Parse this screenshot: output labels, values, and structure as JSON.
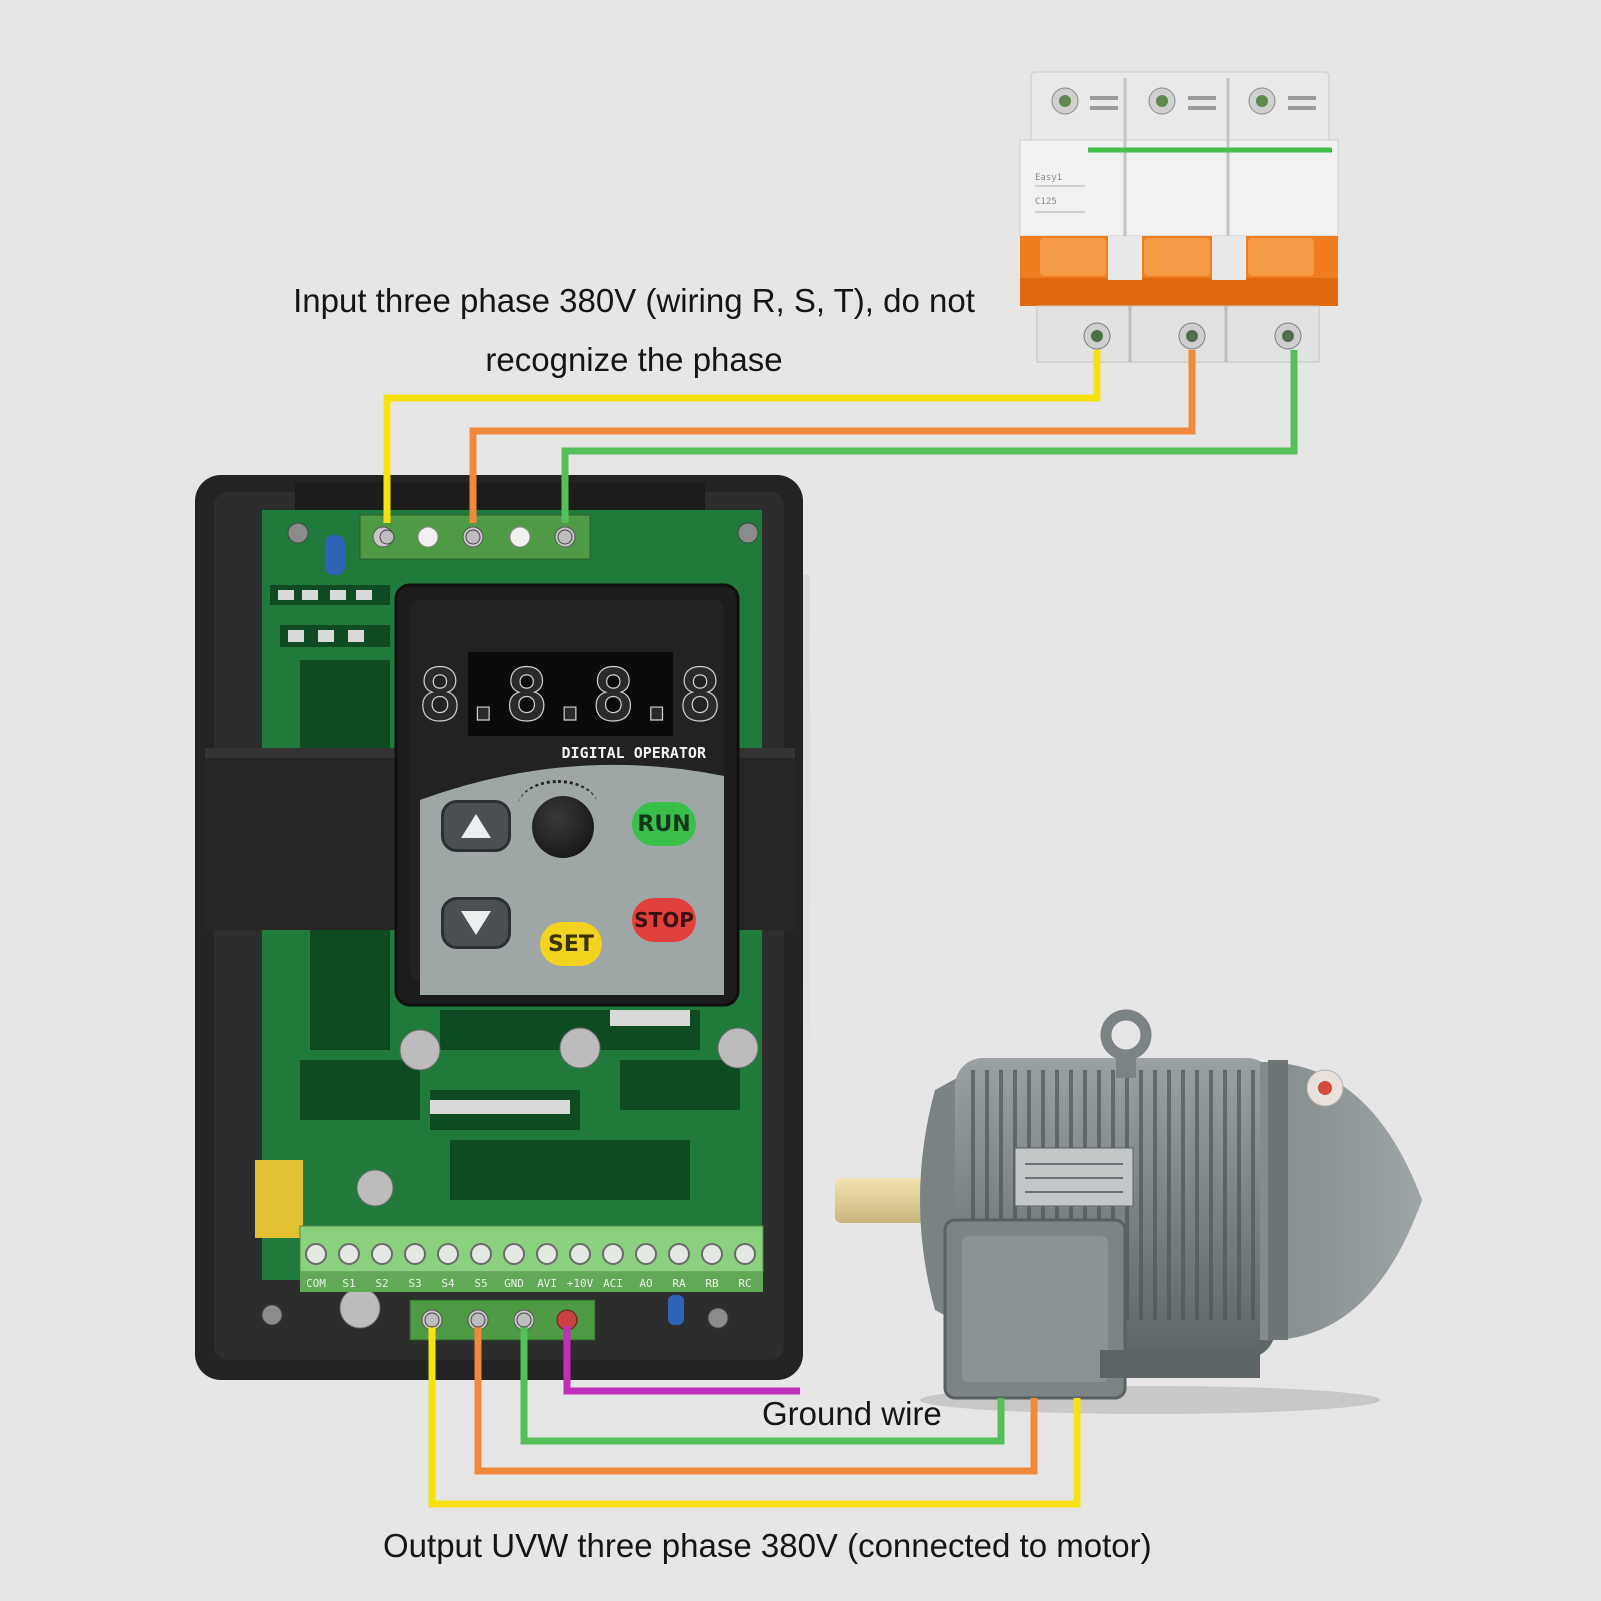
{
  "labels": {
    "input_line1": "Input three phase 380V (wiring R, S, T), do not",
    "input_line2": "recognize the phase",
    "ground": "Ground wire",
    "output": "Output UVW three phase 380V (connected to motor)"
  },
  "breaker": {
    "brand": "Easy1",
    "model": "C125"
  },
  "vfd": {
    "display": "8.8.8.8",
    "panel_label": "DIGITAL OPERATOR",
    "buttons": {
      "run": "RUN",
      "stop": "STOP",
      "set": "SET"
    },
    "terminals": [
      "COM",
      "S1",
      "S2",
      "S3",
      "S4",
      "S5",
      "GND",
      "AVI",
      "+10V",
      "ACI",
      "AO",
      "RA",
      "RB",
      "RC"
    ]
  },
  "colors": {
    "wire_yellow": "#f5e20e",
    "wire_orange": "#f0893a",
    "wire_green": "#55c05a",
    "wire_ground": "#c22fb8",
    "breaker_orange": "#f07c1e",
    "pcb_green": "#1f7a3c",
    "housing": "#232323",
    "motor_grey": "#7d8587",
    "run_button": "#3bbf4b",
    "stop_button": "#e2403a",
    "set_button": "#f2d41e"
  },
  "icons": {
    "up_button": "up-arrow-icon",
    "down_button": "down-arrow-icon",
    "knob": "potentiometer-knob-icon"
  }
}
